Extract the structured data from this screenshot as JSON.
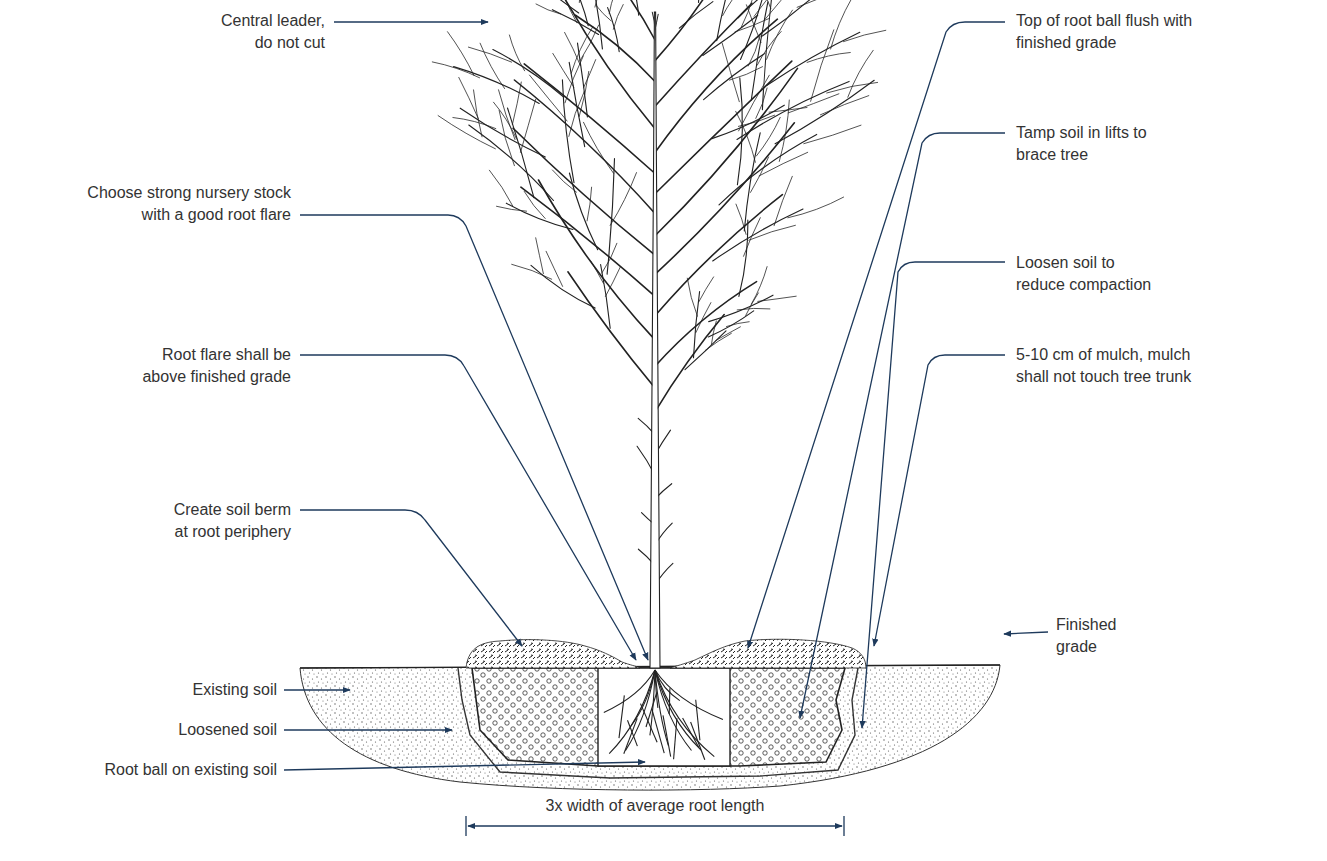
{
  "diagram": {
    "labels": [
      "Central leader, do not cut",
      "Choose strong nursery stock with a good root flare",
      "Root flare shall be above finished grade",
      "Create soil berm at root periphery",
      "Existing soil",
      "Loosened soil",
      "Root ball on existing soil",
      "Top of root ball flush with finished grade",
      "Tamp soil in lifts to brace tree",
      "Loosen soil to reduce compaction",
      "5-10 cm of mulch, mulch shall not touch tree trunk",
      "Finished grade",
      "3x width of average root length"
    ]
  }
}
